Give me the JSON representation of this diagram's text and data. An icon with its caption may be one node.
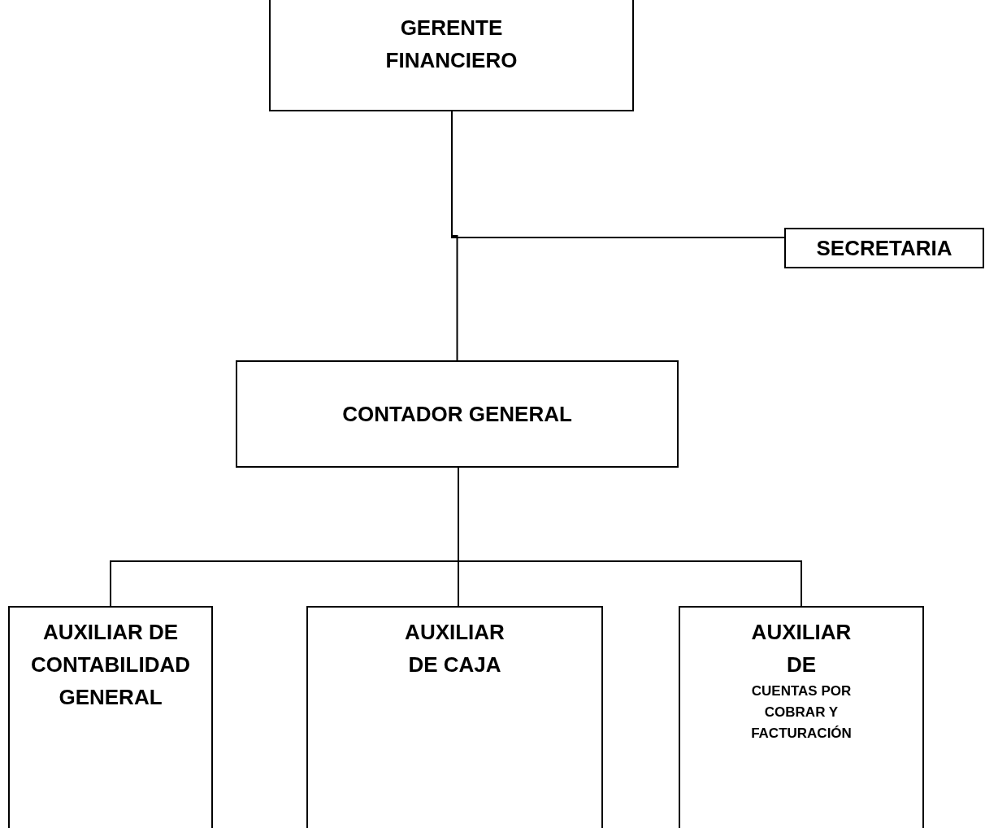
{
  "diagram": {
    "nodes": [
      {
        "text": [
          "GERENTE FINANCIERO"
        ]
      },
      {
        "text": [
          "SECRETARIA"
        ]
      },
      {
        "text": [
          "CONTADOR GENERAL"
        ]
      },
      {
        "text": [
          "AUXILIAR DE CONTABILIDAD GENERAL"
        ]
      },
      {
        "text": [
          "AUXILIAR DE CAJA"
        ]
      },
      {
        "text": [
          "AUXILIAR DE",
          "CUENTAS POR COBRAR Y FACTURACIÓN"
        ]
      }
    ],
    "edges": [
      {
        "from": 0,
        "to": 1,
        "arrow": "none"
      },
      {
        "from": 0,
        "to": 2,
        "arrow": "none"
      },
      {
        "from": 2,
        "to": 3,
        "arrow": "none"
      },
      {
        "from": 2,
        "to": 4,
        "arrow": "none"
      },
      {
        "from": 2,
        "to": 5,
        "arrow": "none"
      }
    ]
  }
}
